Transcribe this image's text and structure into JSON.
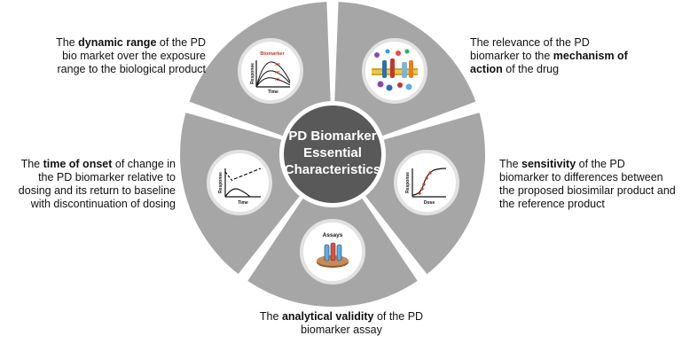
{
  "center": {
    "lines": [
      "PD Biomarker",
      "Essential",
      "Characteristics"
    ]
  },
  "colors": {
    "segment": "#a6a6a6",
    "center": "#595959",
    "icon_ring": "#e2e2e2"
  },
  "captions": {
    "dynamic_range": {
      "pre": "The ",
      "bold": "dynamic range",
      "post": " of the PD bio market over the exposure range to the biological product"
    },
    "mechanism": {
      "pre": "The relevance of the PD biomarker to the ",
      "bold": "mechanism of action",
      "post": " of the drug"
    },
    "time_of_onset": {
      "pre": "The ",
      "bold": "time of onset",
      "post": " of change in the PD biomarker relative to dosing and its return to baseline with discontinuation of dosing"
    },
    "sensitivity": {
      "pre": "The ",
      "bold": "sensitivity",
      "post": " of the PD biomarker to differences between the proposed biosimilar product and the reference product"
    },
    "analytical": {
      "pre": "The ",
      "bold": "analytical validity",
      "post": " of the PD biomarker assay"
    }
  },
  "icons": {
    "dynamic_range": {
      "name": "dose-response-curves-icon",
      "title": "Biomarker",
      "ylabel": "Response",
      "xlabel": "Time",
      "marks": [
        "X3",
        "X2",
        "X1"
      ]
    },
    "mechanism": {
      "name": "cell-membrane-receptors-icon"
    },
    "time_of_onset": {
      "name": "onset-response-curve-icon",
      "ylabel": "Response",
      "xlabel": "Time"
    },
    "sensitivity": {
      "name": "dose-response-curve-icon",
      "ylabel": "Response",
      "xlabel": "Dose"
    },
    "analytical": {
      "name": "assay-test-tubes-icon",
      "title": "Assays"
    }
  }
}
